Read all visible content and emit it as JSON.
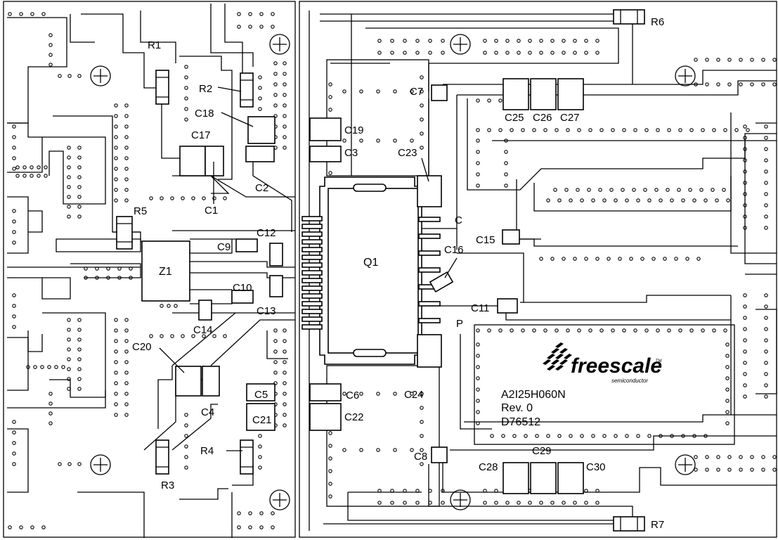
{
  "board": {
    "transistor": "Q1",
    "coupler": "Z1",
    "marks": {
      "collector": "C",
      "pad": "P"
    },
    "logo": {
      "brand": "freescale",
      "sub": "semiconductor",
      "trademark": "TM"
    },
    "part_info": {
      "part_number": "A2I25H060N",
      "revision": "Rev. 0",
      "drawing_number": "D76512"
    }
  },
  "components": {
    "R1": "R1",
    "R2": "R2",
    "R3": "R3",
    "R4": "R4",
    "R5": "R5",
    "R6": "R6",
    "R7": "R7",
    "C1": "C1",
    "C2": "C2",
    "C3": "C3",
    "C4": "C4",
    "C5": "C5",
    "C6": "C6",
    "C7": "C7",
    "C8": "C8",
    "C9": "C9",
    "C10": "C10",
    "C11": "C11",
    "C12": "C12",
    "C13": "C13",
    "C14": "C14",
    "C15": "C15",
    "C16": "C16",
    "C17": "C17",
    "C18": "C18",
    "C19": "C19",
    "C20": "C20",
    "C21": "C21",
    "C22": "C22",
    "C23": "C23",
    "C24": "C24",
    "C25": "C25",
    "C26": "C26",
    "C27": "C27",
    "C28": "C28",
    "C29": "C29",
    "C30": "C30"
  }
}
